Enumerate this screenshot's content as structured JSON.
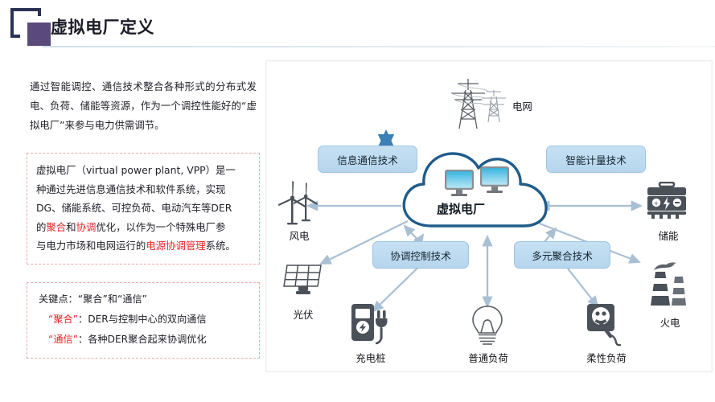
{
  "header": {
    "title": "虚拟电厂定义",
    "logo_icon": "bracket-square-logo"
  },
  "left": {
    "paragraph": "通过智能调控、通信技术整合各种形式的分布式发电、负荷、储能等资源，作为一个调控性能好的“虚拟电厂”来参与电力供需调节。",
    "definition": {
      "lines": [
        "虚拟电厂（virtual power plant, VPP）是一",
        "种通过先进信息通信技术和软件系统，实现",
        "DG、储能系统、可控负荷、电动汽车等DER",
        "的聚合和协调优化，以作为一个特殊电厂参",
        "与电力市场和电网运行的电源协调管理系统。"
      ],
      "highlights": [
        "聚合",
        "协调",
        "电源协调管理"
      ],
      "highlight_color": "#e8242a",
      "border_color": "#f0a8a8"
    },
    "keypoints": {
      "title": "关键点：“聚合”和“通信”",
      "items": [
        {
          "term": "“聚合”",
          "sep": "：",
          "desc": "DER与控制中心的双向通信"
        },
        {
          "term": "“通信”",
          "sep": "：",
          "desc": "各种DER聚合起来协调优化"
        }
      ]
    }
  },
  "diagram": {
    "center": {
      "label": "虚拟电厂",
      "icon": "cloud-with-two-monitors",
      "cloud_stroke": "#1f5c8b"
    },
    "tech_boxes": [
      {
        "label": "信息通信技术",
        "position": "top-left"
      },
      {
        "label": "智能计量技术",
        "position": "top-right"
      },
      {
        "label": "协调控制技术",
        "position": "bottom-left"
      },
      {
        "label": "多元聚合技术",
        "position": "bottom-right"
      }
    ],
    "nodes": [
      {
        "label": "电网",
        "icon": "transmission-tower-icon",
        "position": "top"
      },
      {
        "label": "风电",
        "icon": "wind-turbine-icon",
        "position": "left-upper"
      },
      {
        "label": "光伏",
        "icon": "solar-panel-icon",
        "position": "left-lower"
      },
      {
        "label": "充电桩",
        "icon": "ev-charger-icon",
        "position": "bottom-left"
      },
      {
        "label": "普通负荷",
        "icon": "light-bulb-icon",
        "position": "bottom-center"
      },
      {
        "label": "柔性负荷",
        "icon": "power-socket-plug-icon",
        "position": "bottom-right"
      },
      {
        "label": "储能",
        "icon": "battery-storage-icon",
        "position": "right-upper"
      },
      {
        "label": "火电",
        "icon": "thermal-plant-icon",
        "position": "right-lower"
      }
    ],
    "arrow_color": "#a9bfd4",
    "grid_arrow_color": "#3a7fb5"
  }
}
